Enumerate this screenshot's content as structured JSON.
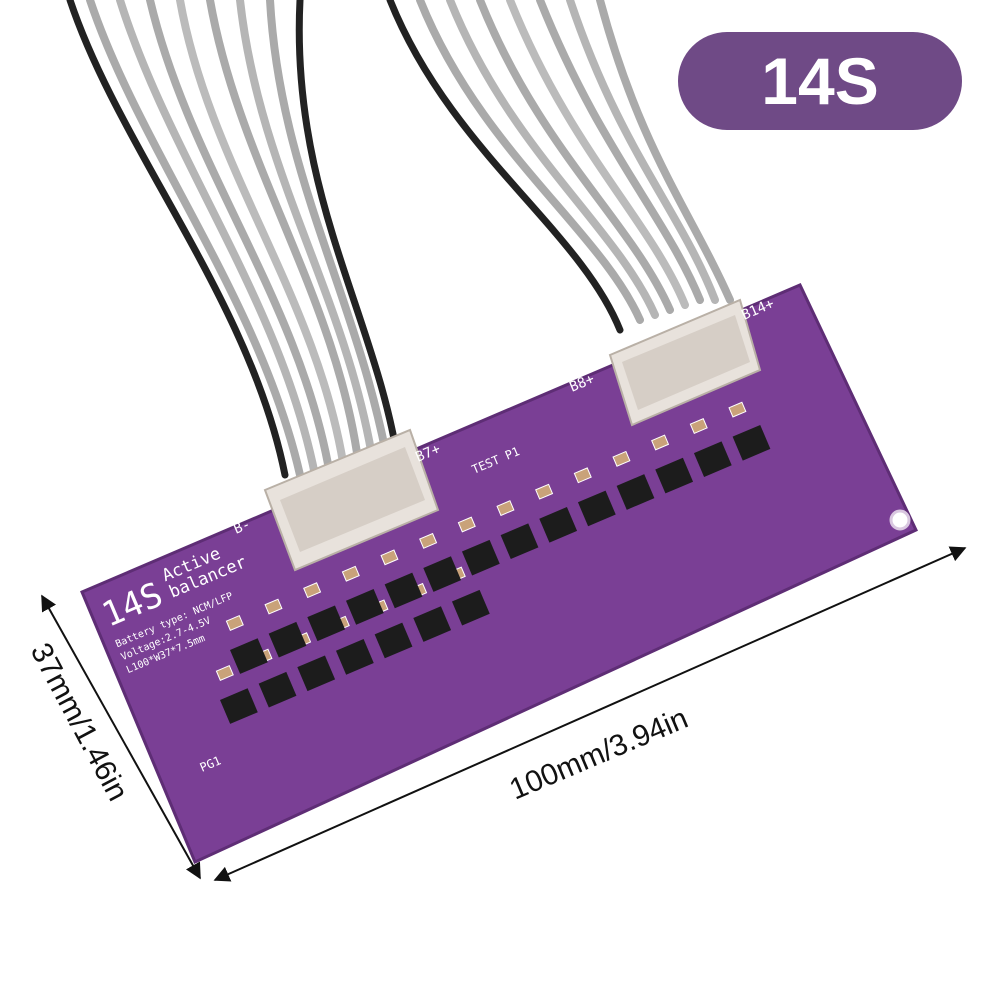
{
  "badge": {
    "label": "14S",
    "color": "#6f4a86"
  },
  "board": {
    "title": "14S",
    "subtitle_line1": "Active",
    "subtitle_line2": "balancer",
    "battery_type": "Battery type: NCM/LFP",
    "voltage": "Voltage:2.7-4.5V",
    "size": "L100*W37*7.5mm",
    "labels": {
      "b_minus": "B-",
      "b7": "B7+",
      "b8": "B8+",
      "b14": "B14+",
      "test": "TEST P1",
      "pg": "PG1"
    },
    "color": "#7a3f95"
  },
  "dimensions": {
    "length": "100mm/3.94in",
    "width": "37mm/1.46in"
  }
}
